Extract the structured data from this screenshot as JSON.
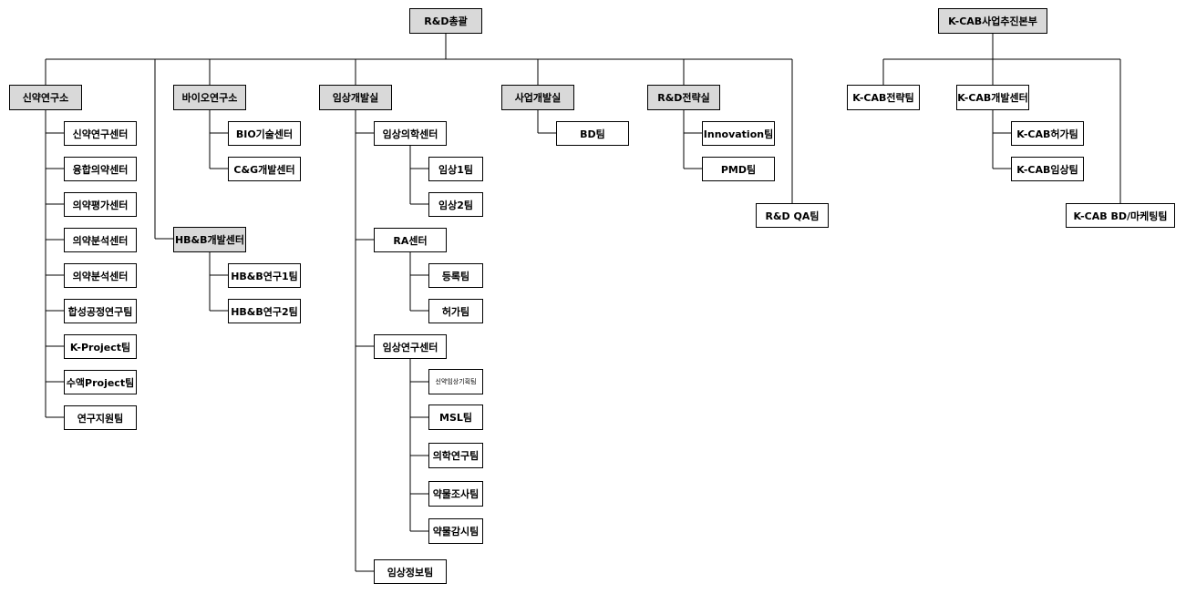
{
  "root": {
    "label": "R&D총괄",
    "divisions": [
      {
        "label": "신약연구소",
        "teams": [
          "신약연구센터",
          "융합의약센터",
          "의약평가센터",
          "의약분석센터",
          "의약분석센터",
          "합성공정연구팀",
          "K-Project팀",
          "수액Project팀",
          "연구지원팀"
        ]
      },
      {
        "label": "바이오연구소",
        "teams": [
          "BIO기술센터",
          "C&G개발센터"
        ]
      },
      {
        "label": "HB&B개발센터",
        "teams": [
          "HB&B연구1팀",
          "HB&B연구2팀"
        ]
      },
      {
        "label": "임상개발실",
        "centers": [
          {
            "label": "임상의학센터",
            "teams": [
              "임상1팀",
              "임상2팀"
            ]
          },
          {
            "label": "RA센터",
            "teams": [
              "등록팀",
              "허가팀"
            ]
          },
          {
            "label": "임상연구센터",
            "teams": [
              "신약임상기획팀",
              "MSL팀",
              "의학연구팀",
              "약물조사팀",
              "약물감시팀"
            ]
          },
          {
            "label": "임상정보팀",
            "teams": []
          }
        ]
      },
      {
        "label": "사업개발실",
        "teams": [
          "BD팀"
        ]
      },
      {
        "label": "R&D전략실",
        "teams": [
          "Innovation팀",
          "PMD팀"
        ]
      },
      {
        "label": "R&D QA팀",
        "teams": []
      }
    ]
  },
  "kcab": {
    "label": "K-CAB사업추진본부",
    "units": [
      {
        "label": "K-CAB전략팀",
        "teams": []
      },
      {
        "label": "K-CAB개발센터",
        "teams": [
          "K-CAB허가팀",
          "K-CAB임상팀"
        ]
      },
      {
        "label": "K-CAB BD/마케팅팀",
        "teams": []
      }
    ]
  }
}
